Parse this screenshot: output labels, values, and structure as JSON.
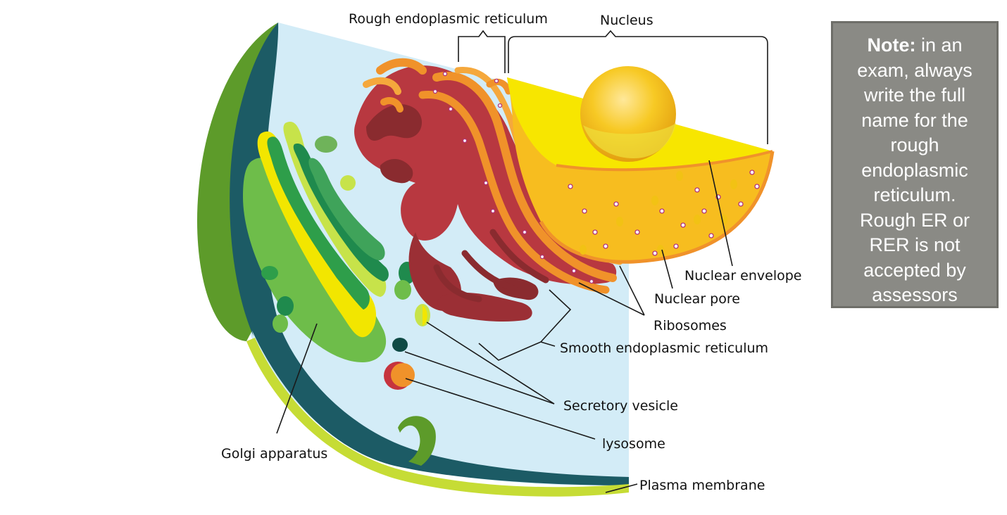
{
  "labels": {
    "rough_er": "Rough endoplasmic reticulum",
    "nucleus": "Nucleus",
    "nuclear_envelope": "Nuclear envelope",
    "nuclear_pore": "Nuclear pore",
    "ribosomes": "Ribosomes",
    "smooth_er": "Smooth endoplasmic reticulum",
    "secretory_vesicle": "Secretory vesicle",
    "lysosome": "lysosome",
    "golgi": "Golgi apparatus",
    "plasma_membrane": "Plasma membrane"
  },
  "note": {
    "heading": "Note:",
    "body": " in an exam, always write the full name for the rough endoplasmic reticulum. Rough ER or RER is not accepted by assessors"
  },
  "colors": {
    "cytoplasm": "#d3ecf7",
    "cell_wall_dark": "#1c5b65",
    "cell_wall_green": "#5d9b2a",
    "plasma_membrane": "#c6dc35",
    "golgi": "#6ebd4a",
    "rough_er": "#b83840",
    "smooth_er_dark": "#8a2b2f",
    "er_orange": "#f0922a",
    "nucleus_yellow": "#f7e600",
    "nucleoplasm": "#f7bd1f",
    "nucleolus": "#f3c31c",
    "note_box": "#8a8a85"
  }
}
